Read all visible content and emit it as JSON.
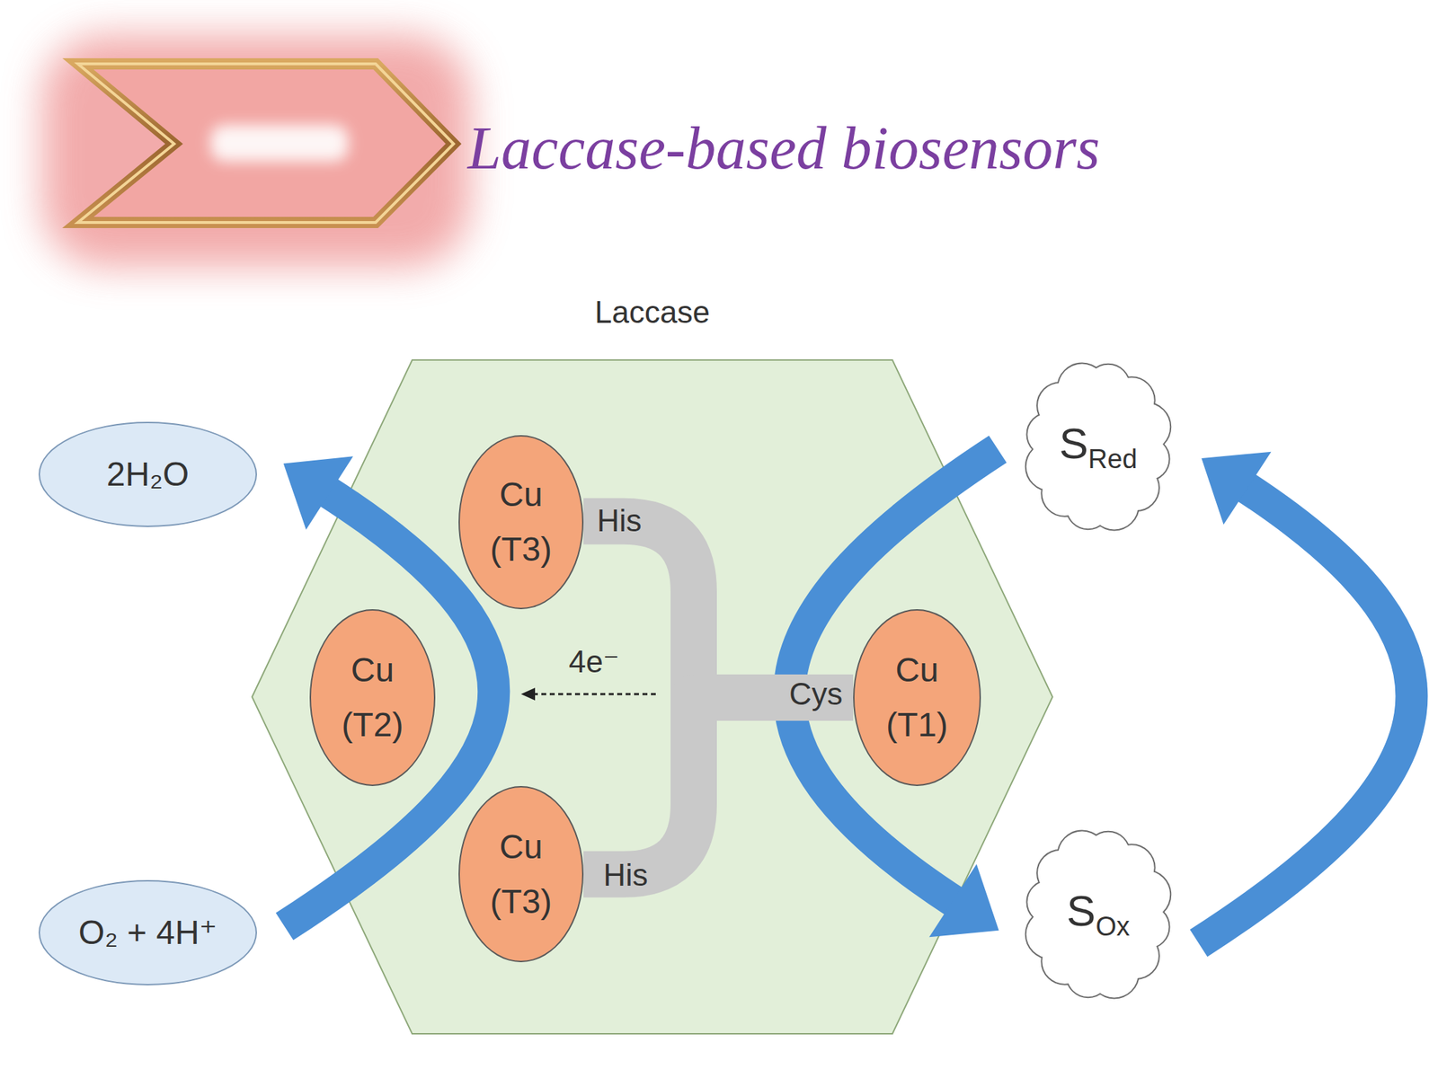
{
  "diagram": {
    "title": "Laccase-based biosensors",
    "nodes": [
      {
        "text": [
          "Laccase"
        ]
      },
      {
        "text": [
          "Cu (T3)"
        ],
        "in": 0
      },
      {
        "text": [
          "Cu (T2)"
        ],
        "in": 0
      },
      {
        "text": [
          "Cu (T3)"
        ],
        "in": 0
      },
      {
        "text": [
          "Cu (T1)"
        ],
        "in": 0
      },
      {
        "text": [
          "2H₂O"
        ]
      },
      {
        "text": [
          "O₂ + 4H⁺"
        ]
      },
      {
        "text": [
          "S",
          "Red"
        ]
      },
      {
        "text": [
          "S",
          "Ox"
        ]
      }
    ],
    "edges": [
      {
        "from": 6,
        "to": 5,
        "arrow": "to"
      },
      {
        "from": 7,
        "to": 8,
        "arrow": "to"
      },
      {
        "from": 8,
        "to": 7,
        "arrow": "to"
      },
      {
        "from": 4,
        "to": 1,
        "arrow": "none"
      },
      {
        "from": 4,
        "to": 3,
        "arrow": "none"
      }
    ],
    "labels": [
      "His",
      "His",
      "Cys",
      "4e⁻"
    ]
  }
}
